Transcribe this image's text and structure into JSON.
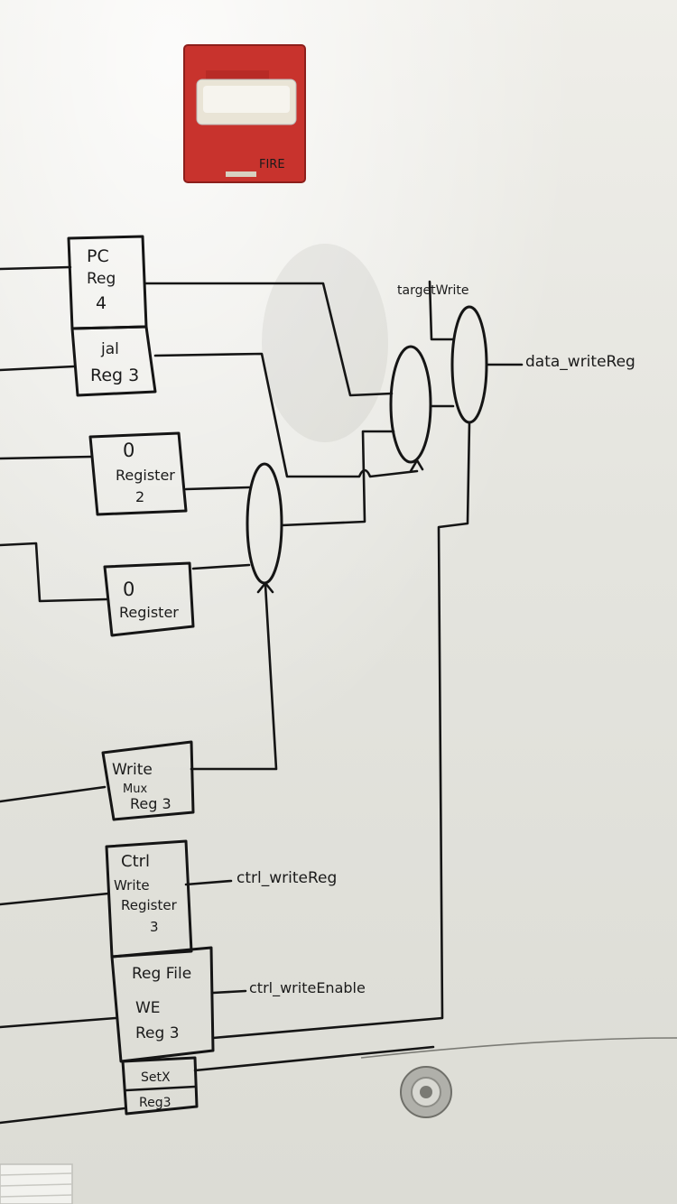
{
  "fire_alarm": {
    "label": "FIRE"
  },
  "registers": {
    "pc": [
      "PC",
      "Reg",
      "4"
    ],
    "jal": [
      "jal",
      "Reg 3"
    ],
    "zero_reg_2": [
      "0",
      "Register",
      "2"
    ],
    "zero_reg": [
      "0",
      "Register"
    ],
    "write_mux": [
      "Write",
      "Mux",
      "Reg 3"
    ],
    "ctrl_write_register": [
      "Ctrl",
      "Write",
      "Register",
      "3"
    ],
    "reg_file_we": [
      "Reg File",
      "WE",
      "Reg 3"
    ],
    "setx": [
      "SetX",
      "Reg3"
    ]
  },
  "signals": {
    "target_write": "targetWrite",
    "data_write_reg": "data_writeReg",
    "ctrl_write_reg": "ctrl_writeReg",
    "ctrl_write_enable": "ctrl_writeEnable"
  },
  "colors": {
    "wall": "#e6e6e0",
    "ink": "#151515",
    "alarm_red": "#c8332d"
  }
}
